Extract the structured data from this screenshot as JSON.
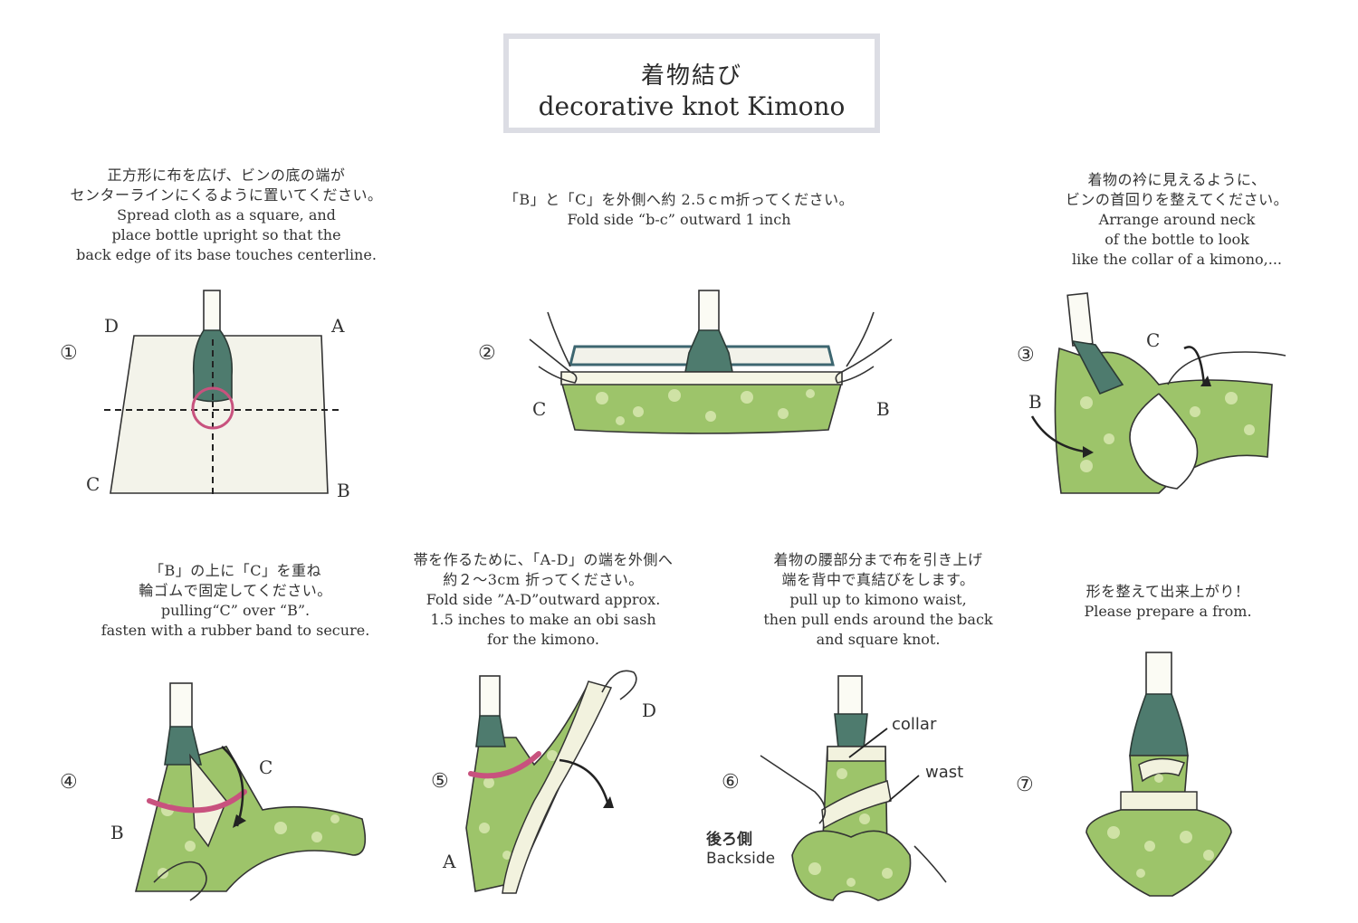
{
  "title": {
    "jp": "着物結び",
    "en": "decorative knot Kimono"
  },
  "colors": {
    "cloth": "#9dc46a",
    "bottle": "#4e7b6e",
    "band": "#c8527e",
    "frame": "#dcdde4"
  },
  "steps": [
    {
      "num": "①",
      "lines": [
        "正方形に布を広げ、ビンの底の端が",
        "センターラインにくるように置いてください。",
        "Spread cloth as a square, and",
        "place bottle upright so that the",
        "back edge of its base touches centerline."
      ],
      "labels": [
        "D",
        "A",
        "C",
        "B"
      ]
    },
    {
      "num": "②",
      "lines": [
        "「B」と「C」を外側へ約 2.5ｃｍ折ってください。",
        "Fold side “b-c” outward 1 inch"
      ],
      "labels": [
        "C",
        "B"
      ]
    },
    {
      "num": "③",
      "lines": [
        "着物の衿に見えるように、",
        "ビンの首回りを整えてください。",
        "Arrange around neck",
        "of the bottle to look",
        "like the collar of a kimono,..."
      ],
      "labels": [
        "C",
        "B"
      ]
    },
    {
      "num": "④",
      "lines": [
        "「B」の上に「C」を重ね",
        "輪ゴムで固定してください。",
        "pulling“C”  over “B”.",
        "fasten with a rubber band to secure."
      ],
      "labels": [
        "C",
        "B"
      ]
    },
    {
      "num": "⑤",
      "lines": [
        "帯を作るために、「A-D」の端を外側へ",
        "約２～3cm 折ってください。",
        "Fold side ”A-D”outward approx.",
        "1.5 inches to make an obi sash",
        "for the kimono."
      ],
      "labels": [
        "D",
        "A"
      ]
    },
    {
      "num": "⑥",
      "lines": [
        "着物の腰部分まで布を引き上げ",
        "端を背中で真結びをします。",
        "pull up to kimono waist,",
        "then pull ends around the back",
        "and square knot."
      ],
      "annotations": {
        "collar": "collar",
        "waist": "wast",
        "back_jp": "後ろ側",
        "back_en": "Backside"
      }
    },
    {
      "num": "⑦",
      "lines": [
        "形を整えて出来上がり！",
        "Please prepare a from."
      ]
    }
  ]
}
